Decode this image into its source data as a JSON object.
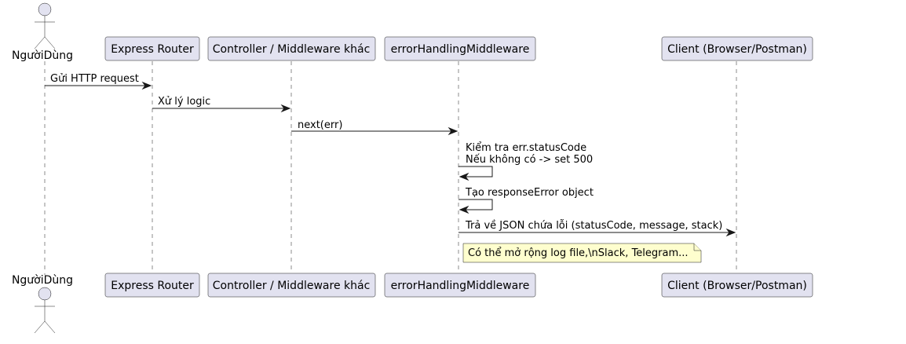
{
  "participants": {
    "user": "NgườiDùng",
    "router": "Express Router",
    "controller": "Controller / Middleware khác",
    "error_mw": "errorHandlingMiddleware",
    "client": "Client (Browser/Postman)"
  },
  "messages": {
    "m1": "Gửi HTTP request",
    "m2": "Xử lý logic",
    "m3": "next(err)",
    "m4_line1": "Kiểm tra err.statusCode",
    "m4_line2": "Nếu không có -> set 500",
    "m5": "Tạo responseError object",
    "m6": "Trả về JSON chứa lỗi (statusCode, message, stack)"
  },
  "note": {
    "text": "Có thể mở rộng log file,\\nSlack, Telegram..."
  },
  "colors": {
    "participant_fill": "#e2e2f0",
    "note_fill": "#fefece",
    "line": "#181818"
  }
}
